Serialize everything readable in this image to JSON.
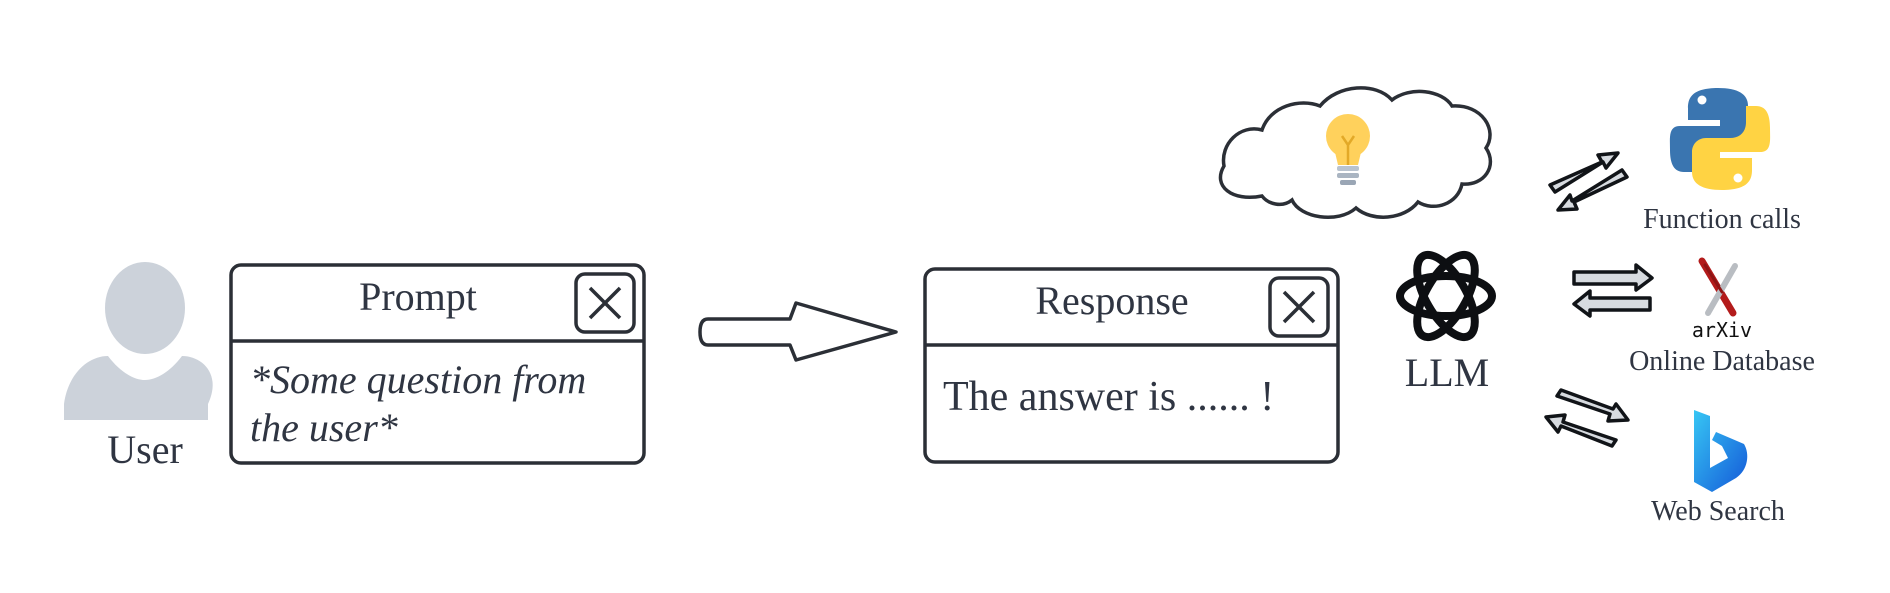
{
  "user": {
    "label": "User"
  },
  "prompt": {
    "title": "Prompt",
    "text_line1": "*Some question from",
    "text_line2": "the user*"
  },
  "response": {
    "title": "Response",
    "text": "The answer is ...... !"
  },
  "llm": {
    "label": "LLM"
  },
  "tools": [
    {
      "label": "Function calls",
      "icon": "python-icon"
    },
    {
      "label": "Online Database",
      "icon": "arxiv-icon",
      "logo_text": "arXiv"
    },
    {
      "label": "Web Search",
      "icon": "bing-icon"
    }
  ],
  "thought": {
    "icon": "lightbulb-icon"
  },
  "colors": {
    "outline": "#2b2f36",
    "user_silhouette": "#ccd2da",
    "bulb": "#ffd15c",
    "python_blue": "#3a75b0",
    "python_yellow": "#ffd343",
    "arxiv_red": "#b31b1b",
    "bing_blue": "#1d8fe8"
  }
}
